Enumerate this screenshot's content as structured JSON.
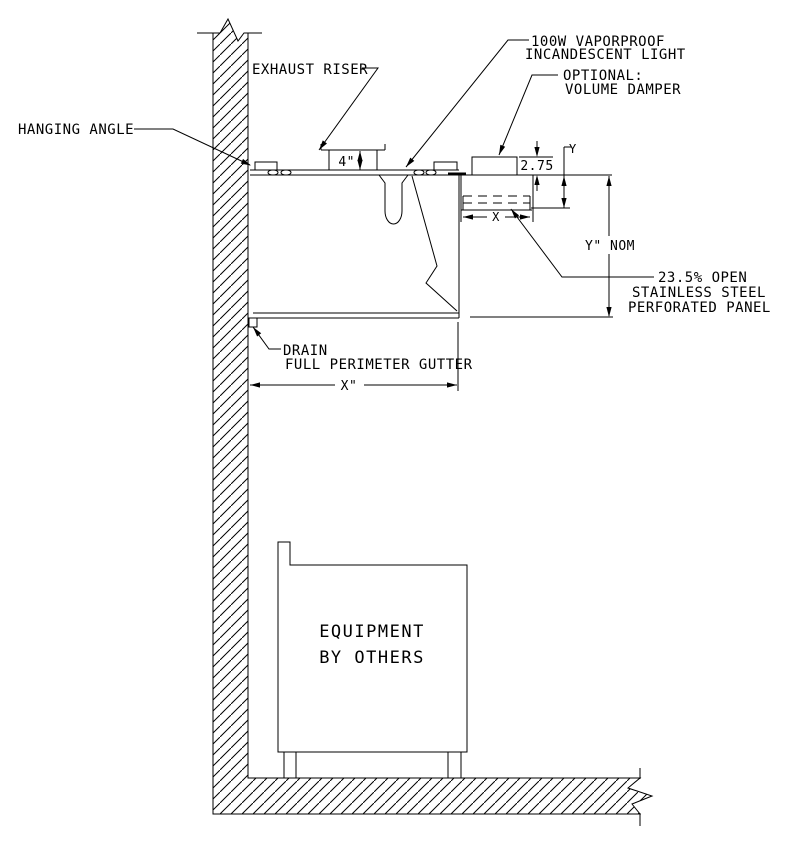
{
  "colors": {
    "line": "#000000",
    "background": "#ffffff"
  },
  "labels": {
    "hanging_angle": "HANGING ANGLE",
    "exhaust_riser": "EXHAUST RISER",
    "light": [
      "100W VAPORPROOF",
      "INCANDESCENT LIGHT"
    ],
    "damper": [
      "OPTIONAL:",
      "VOLUME DAMPER"
    ],
    "perforated_panel": [
      "23.5% OPEN",
      "STAINLESS STEEL",
      "PERFORATED PANEL"
    ],
    "drain": [
      "DRAIN",
      "FULL PERIMETER GUTTER"
    ],
    "equipment": [
      "EQUIPMENT",
      "BY OTHERS"
    ]
  },
  "dimensions": {
    "riser_height": "4\"",
    "damper_collar_height": "2.75",
    "y_ref": "Y",
    "y_nominal": "Y\" NOM",
    "panel_width": "X",
    "hood_width": "X\""
  }
}
